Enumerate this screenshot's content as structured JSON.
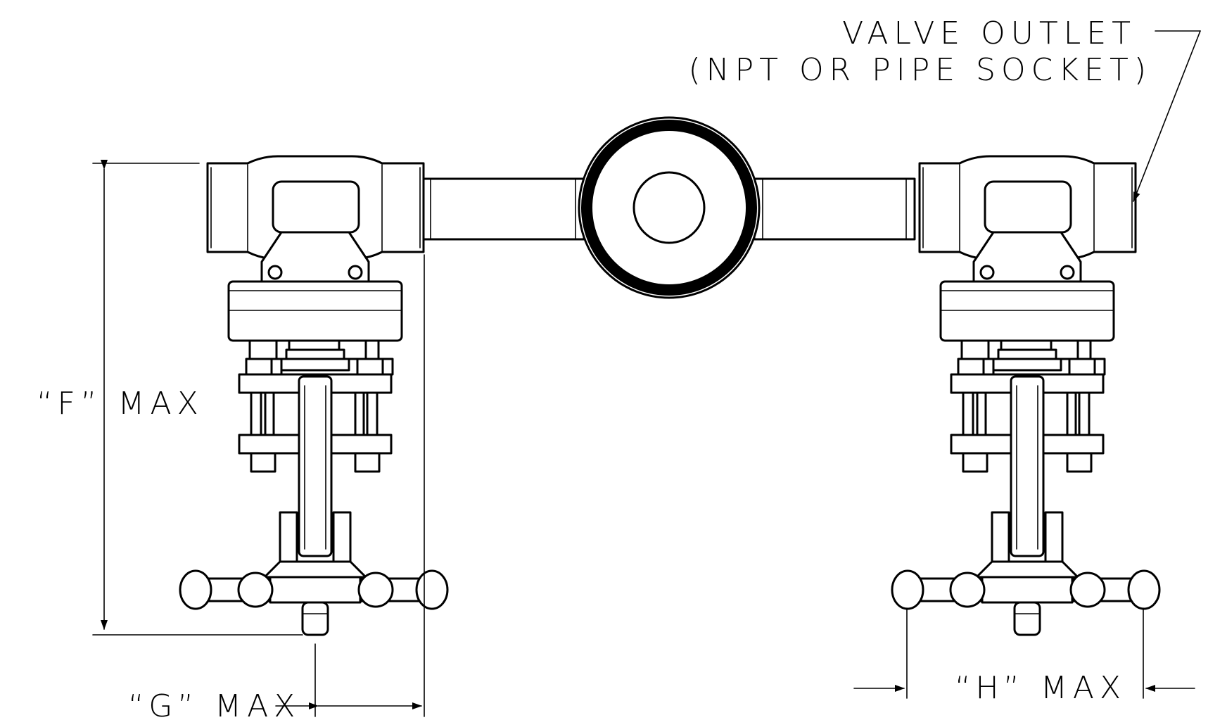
{
  "labels": {
    "outlet_line1": "VALVE OUTLET",
    "outlet_line2": "(NPT OR PIPE SOCKET)",
    "dim_f": "“F” MAX",
    "dim_g": "“G” MAX",
    "dim_h": "“H” MAX"
  },
  "colors": {
    "line": "#000000",
    "background": "#ffffff"
  }
}
